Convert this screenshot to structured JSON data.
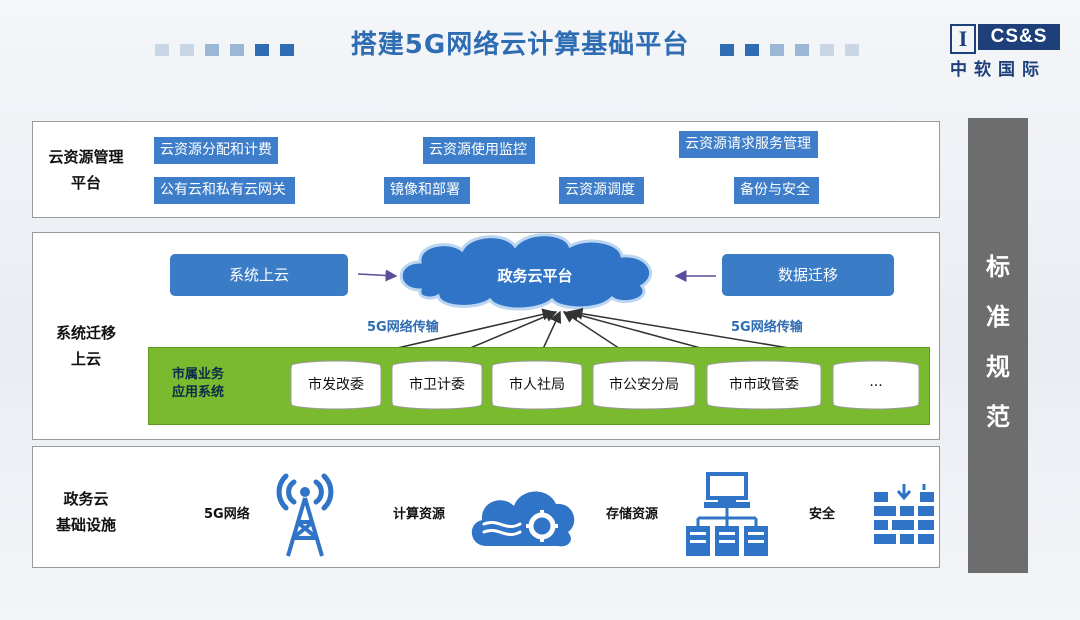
{
  "header": {
    "title": "搭建5G网络云计算基础平台"
  },
  "logo": {
    "mark": "I",
    "name": "CS&S",
    "cn": "中软国际"
  },
  "mgmt": {
    "label_l1": "云资源管理",
    "label_l2": "平台",
    "items": [
      "云资源分配和计费",
      "云资源使用监控",
      "云资源请求服务管理",
      "公有云和私有云网关",
      "镜像和部署",
      "云资源调度",
      "备份与安全"
    ]
  },
  "migration": {
    "label_l1": "系统迁移",
    "label_l2": "上云",
    "left_button": "系统上云",
    "right_button": "数据迁移",
    "cloud": "政务云平台",
    "transfer_left": "5G网络传输",
    "transfer_right": "5G网络传输",
    "group_l1": "市属业务",
    "group_l2": "应用系统",
    "systems": [
      "市发改委",
      "市卫计委",
      "市人社局",
      "市公安分局",
      "市市政管委",
      "..."
    ]
  },
  "infra": {
    "label_l1": "政务云",
    "label_l2": "基础设施",
    "items": [
      "5G网络",
      "计算资源",
      "存储资源",
      "安全"
    ]
  },
  "sidebar": {
    "text_1": "标",
    "text_2": "准",
    "text_3": "规",
    "text_4": "范"
  },
  "colors": {
    "primary": "#3d7dc9",
    "green": "#7aba2f",
    "sidebar": "#6d6d6d",
    "title": "#2f6db3"
  }
}
